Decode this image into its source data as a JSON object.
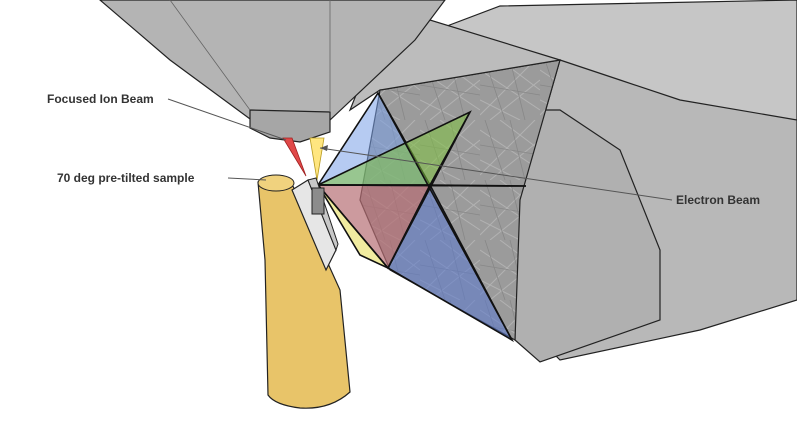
{
  "labels": {
    "focused_ion_beam": "Focused Ion Beam",
    "sample": "70 deg pre-tilted sample",
    "electron_beam": "Electron Beam"
  },
  "colors": {
    "column_gray": "#b4b4b4",
    "column_dark": "#8c8c8c",
    "column_light": "#c8c8c8",
    "holder_gold": "#e8c469",
    "holder_gold_dark": "#c9a24a",
    "sample_disc": "#e6e6e6",
    "fib_beam": "#e04848",
    "electron_beam": "#ffe680",
    "fan_blue": "#7aa0e8",
    "fan_green": "#7fc340",
    "fan_orange": "#e08a50",
    "fan_purple": "#a0608a",
    "fan_yellow": "#e8e060",
    "detector_screen": "#9a9a9a",
    "label_text": "#333333"
  }
}
